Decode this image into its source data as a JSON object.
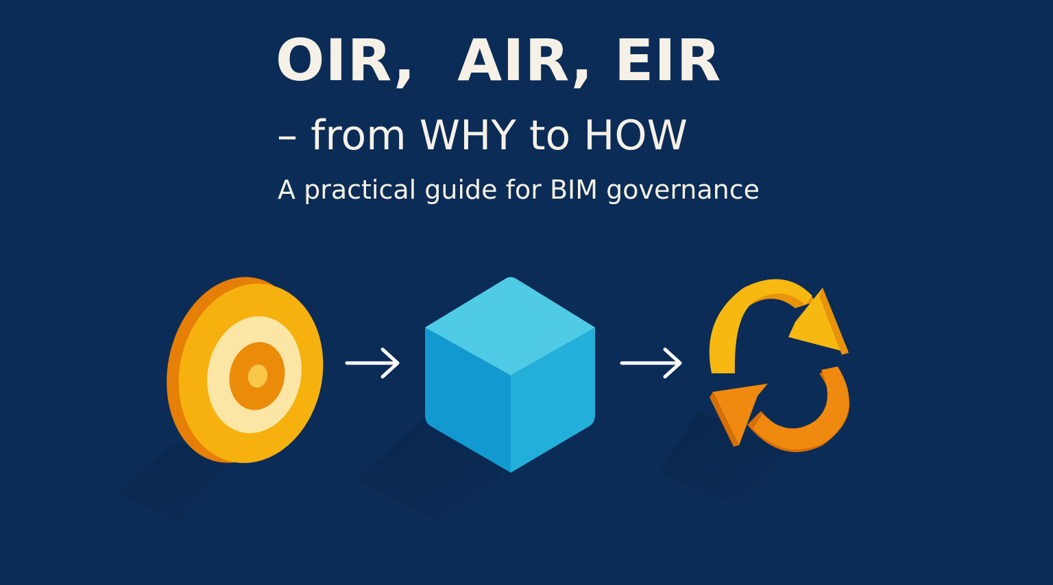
{
  "header": {
    "title": "OIR,  AIR, EIR",
    "subtitle_line": "– from WHY to HOW",
    "tagline": "A practical guide for BIM governance"
  },
  "icons": [
    {
      "name": "target-icon",
      "color_outer": "#f5a70a",
      "color_inner": "#fbe3a0",
      "color_center": "#eb8a08"
    },
    {
      "name": "arrow-right-icon",
      "color": "#ffffff"
    },
    {
      "name": "cube-icon",
      "color_top": "#4fcbe6",
      "color_left": "#129ad0",
      "color_right": "#23b2da"
    },
    {
      "name": "arrow-right-icon",
      "color": "#ffffff"
    },
    {
      "name": "cycle-arrows-icon",
      "color_top": "#f7b812",
      "color_bottom": "#f0890f"
    }
  ],
  "colors": {
    "background": "#0b2c56",
    "text": "#f6f1e7"
  }
}
